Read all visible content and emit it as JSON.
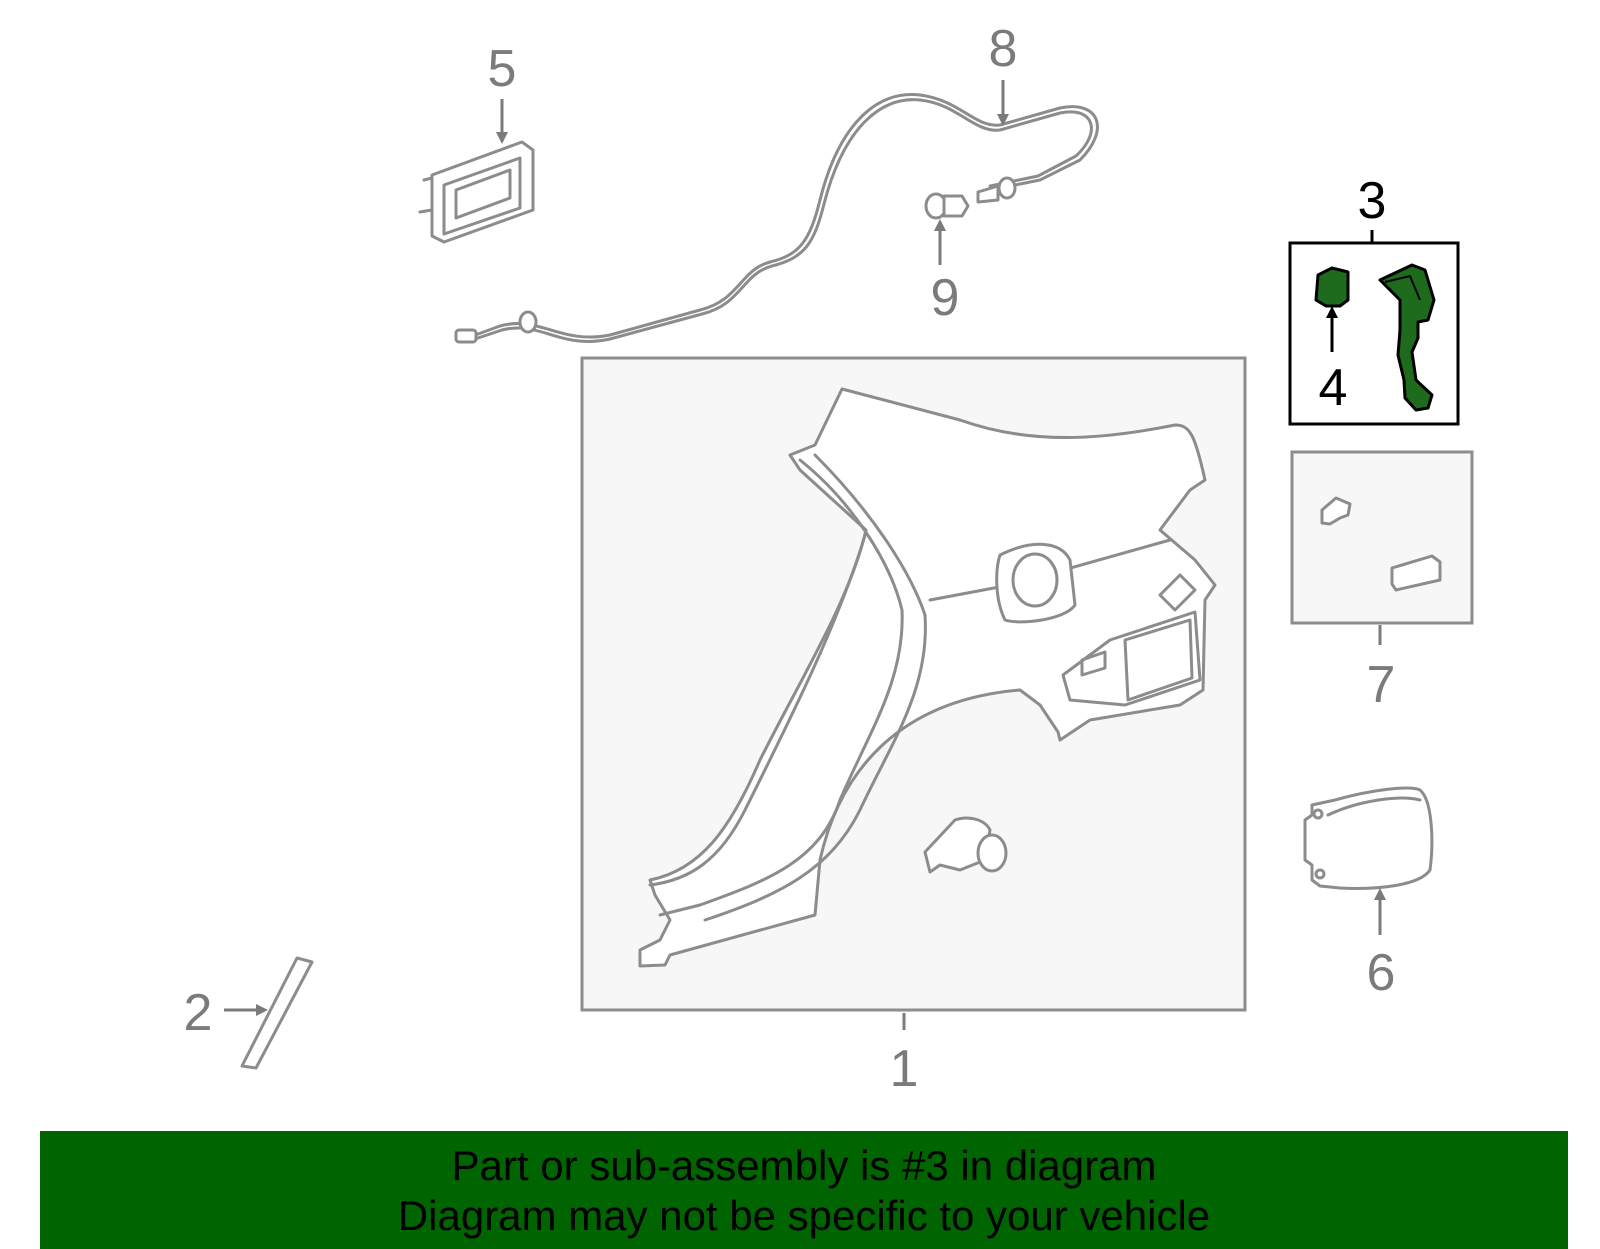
{
  "callouts": {
    "c1": "1",
    "c2": "2",
    "c3": "3",
    "c4": "4",
    "c5": "5",
    "c6": "6",
    "c7": "7",
    "c8": "8",
    "c9": "9"
  },
  "highlight_part": "3",
  "colors": {
    "part_line": "#8c8c8c",
    "label_gray": "#7b7b7b",
    "highlight_fill": "#1e6b1e",
    "banner_bg": "#006400"
  },
  "banner": {
    "line1": "Part or sub-assembly is #3 in diagram",
    "line2": "Diagram may not be specific to your vehicle"
  }
}
